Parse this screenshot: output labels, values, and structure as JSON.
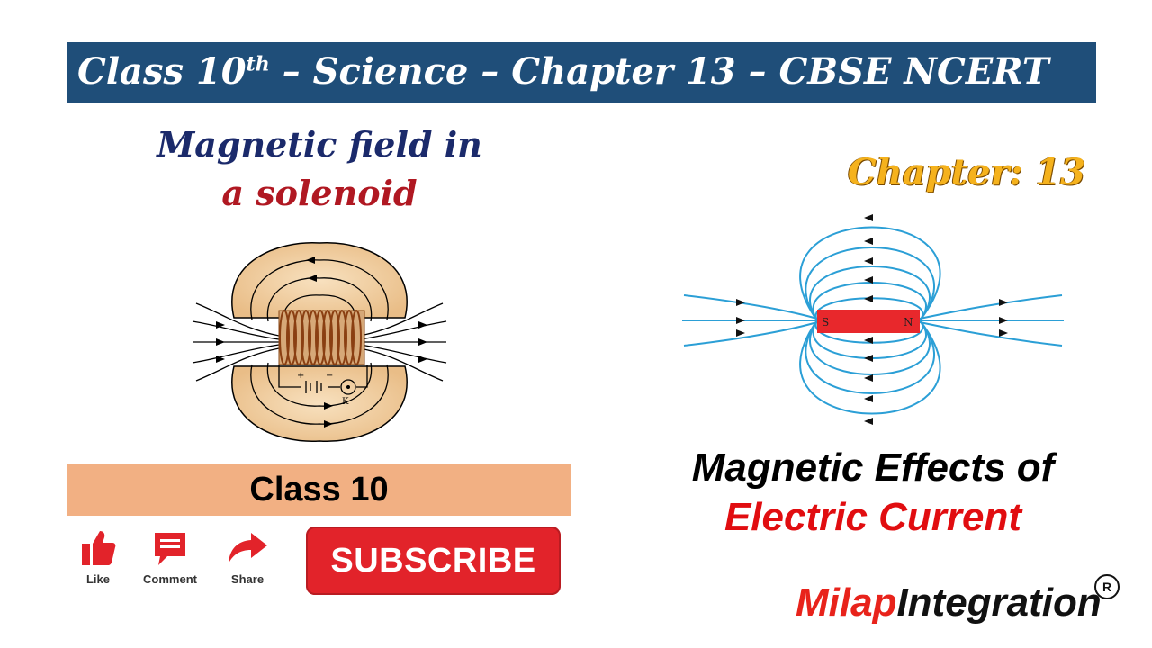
{
  "header": {
    "title_prefix": "Class 10",
    "title_sup": "th",
    "title_suffix": " – Science – Chapter 13 – CBSE NCERT"
  },
  "left": {
    "title_line1": "Magnetic field in",
    "title_line2": "a solenoid",
    "diagram": {
      "plus": "+",
      "minus": "−",
      "key_label": "K"
    },
    "class_label": "Class 10"
  },
  "right": {
    "chapter_label": "Chapter: 13",
    "magnet": {
      "south": "S",
      "north": "N"
    },
    "title_line1": "Magnetic Effects of",
    "title_line2": "Electric Current"
  },
  "actions": [
    {
      "label": "Like",
      "icon": "thumbs-up-icon"
    },
    {
      "label": "Comment",
      "icon": "comment-icon"
    },
    {
      "label": "Share",
      "icon": "share-arrow-icon"
    }
  ],
  "subscribe_label": "SUBSCRIBE",
  "brand": {
    "part1": "Milap",
    "part2": "Integration",
    "registered": "R"
  },
  "colors": {
    "banner": "#1f4e79",
    "accent_red": "#e2232a",
    "class_bar": "#f2b083",
    "field_lines": "#2b9fd6",
    "magnet": "#e8282c",
    "chapter_gold": "#f5b21d"
  }
}
